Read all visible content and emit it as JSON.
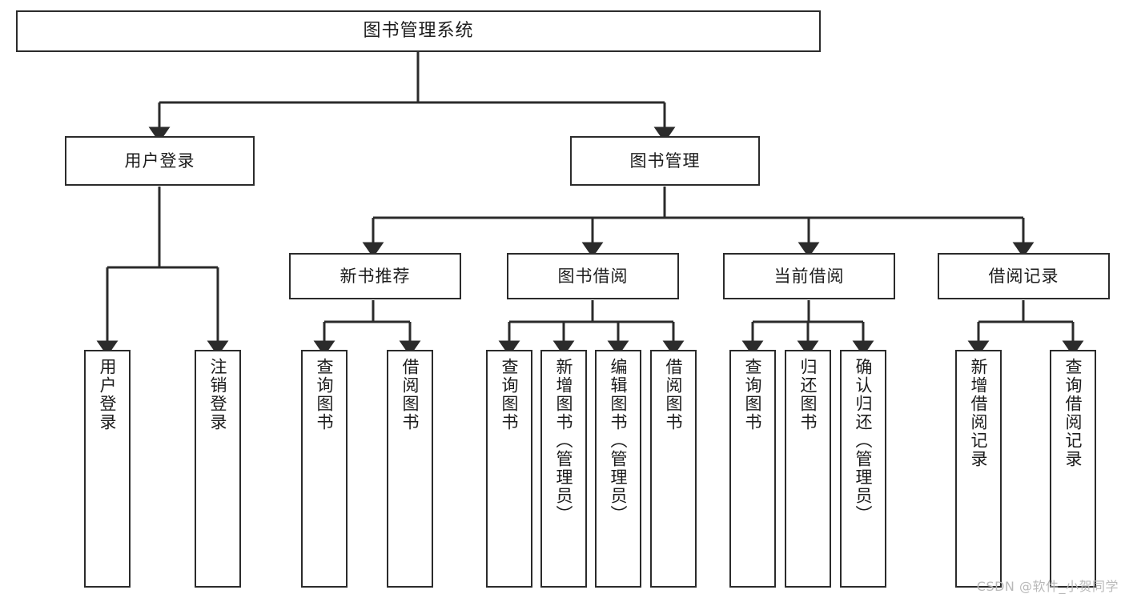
{
  "diagram": {
    "type": "tree",
    "title": "图书管理系统",
    "watermark": "CSDN @软件_小贺同学",
    "colors": {
      "background": "#ffffff",
      "box_border": "#2b2b2b",
      "box_fill": "#ffffff",
      "connector": "#2b2b2b",
      "text": "#1c1c1c",
      "watermark": "#b9b9b9"
    },
    "nodes": {
      "root": {
        "label": "图书管理系统"
      },
      "level2": [
        {
          "id": "user-login",
          "label": "用户登录"
        },
        {
          "id": "book-manage",
          "label": "图书管理"
        }
      ],
      "level3": [
        {
          "id": "new-book-recommend",
          "label": "新书推荐"
        },
        {
          "id": "book-borrow",
          "label": "图书借阅"
        },
        {
          "id": "current-borrow",
          "label": "当前借阅"
        },
        {
          "id": "borrow-record",
          "label": "借阅记录"
        }
      ],
      "leaves": {
        "user-login": [
          {
            "id": "leaf-user-login",
            "label": "用户登录"
          },
          {
            "id": "leaf-user-logout",
            "label": "注销登录"
          }
        ],
        "new-book-recommend": [
          {
            "id": "leaf-query-book-1",
            "label": "查询图书"
          },
          {
            "id": "leaf-borrow-book-1",
            "label": "借阅图书"
          }
        ],
        "book-borrow": [
          {
            "id": "leaf-query-book-2",
            "label": "查询图书"
          },
          {
            "id": "leaf-add-book",
            "label": "新增图书（管理员）"
          },
          {
            "id": "leaf-edit-book",
            "label": "编辑图书（管理员）"
          },
          {
            "id": "leaf-borrow-book-2",
            "label": "借阅图书"
          }
        ],
        "current-borrow": [
          {
            "id": "leaf-query-book-3",
            "label": "查询图书"
          },
          {
            "id": "leaf-return-book",
            "label": "归还图书"
          },
          {
            "id": "leaf-confirm-return",
            "label": "确认归还（管理员）"
          }
        ],
        "borrow-record": [
          {
            "id": "leaf-add-record",
            "label": "新增借阅记录"
          },
          {
            "id": "leaf-query-record",
            "label": "查询借阅记录"
          }
        ]
      }
    },
    "edges": [
      {
        "from": "root",
        "to": "user-login"
      },
      {
        "from": "root",
        "to": "book-manage"
      },
      {
        "from": "book-manage",
        "to": "new-book-recommend"
      },
      {
        "from": "book-manage",
        "to": "book-borrow"
      },
      {
        "from": "book-manage",
        "to": "current-borrow"
      },
      {
        "from": "book-manage",
        "to": "borrow-record"
      },
      {
        "from": "user-login",
        "to": "leaf-user-login"
      },
      {
        "from": "user-login",
        "to": "leaf-user-logout"
      },
      {
        "from": "new-book-recommend",
        "to": "leaf-query-book-1"
      },
      {
        "from": "new-book-recommend",
        "to": "leaf-borrow-book-1"
      },
      {
        "from": "book-borrow",
        "to": "leaf-query-book-2"
      },
      {
        "from": "book-borrow",
        "to": "leaf-add-book"
      },
      {
        "from": "book-borrow",
        "to": "leaf-edit-book"
      },
      {
        "from": "book-borrow",
        "to": "leaf-borrow-book-2"
      },
      {
        "from": "current-borrow",
        "to": "leaf-query-book-3"
      },
      {
        "from": "current-borrow",
        "to": "leaf-return-book"
      },
      {
        "from": "current-borrow",
        "to": "leaf-confirm-return"
      },
      {
        "from": "borrow-record",
        "to": "leaf-add-record"
      },
      {
        "from": "borrow-record",
        "to": "leaf-query-record"
      }
    ]
  }
}
